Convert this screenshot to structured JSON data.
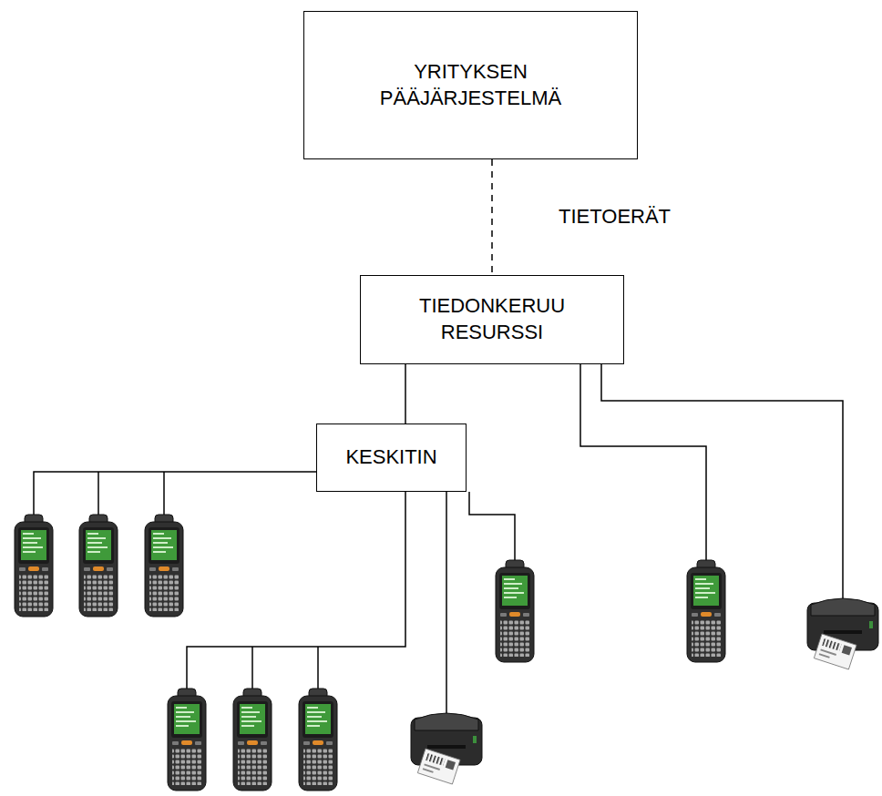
{
  "diagram": {
    "nodes": [
      {
        "text": [
          "YRITYKSEN PÄÄJÄRJESTELMÄ"
        ]
      },
      {
        "text": [
          "TIEDONKERUU RESURSSI"
        ]
      },
      {
        "text": [
          "KESKITIN"
        ]
      }
    ],
    "edges": [
      {
        "from": 0,
        "to": 1,
        "label": "TIETOERÄT",
        "arrow": "none"
      },
      {
        "from": 1,
        "to": 2,
        "arrow": "none"
      }
    ]
  }
}
